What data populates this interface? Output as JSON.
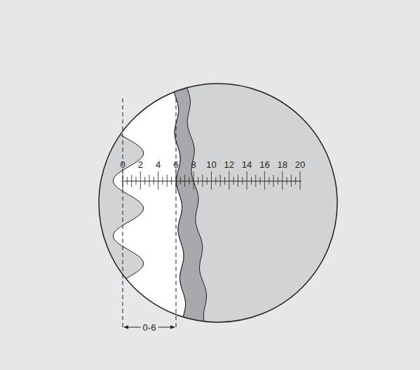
{
  "diagram": {
    "labels": [
      "0",
      "2",
      "4",
      "6",
      "8",
      "10",
      "12",
      "14",
      "16",
      "18",
      "20",
      "0-6"
    ]
  }
}
